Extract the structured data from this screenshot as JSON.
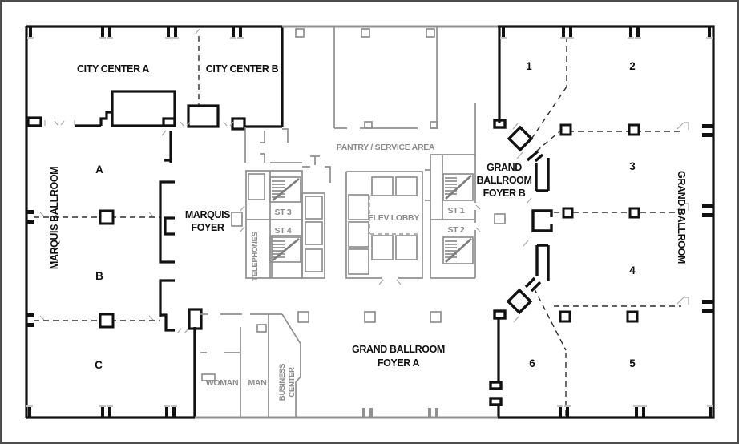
{
  "colors": {
    "wall_primary": "#111111",
    "wall_secondary": "#909090",
    "label_primary": "#111111",
    "label_secondary": "#8b8b8b",
    "partition_dash": "#2e2e2e",
    "background": "#ffffff"
  },
  "rooms": {
    "city_center_a": "CITY CENTER A",
    "city_center_b": "CITY CENTER B",
    "marquis_ballroom": "MARQUIS BALLROOM",
    "marquis_sections": [
      "A",
      "B",
      "C"
    ],
    "marquis_foyer": [
      "MARQUIS",
      "FOYER"
    ],
    "pantry": "PANTRY / SERVICE AREA",
    "elev_lobby": "ELEV LOBBY",
    "telephones": "TELEPHONES",
    "stairs": [
      "ST 1",
      "ST 2",
      "ST 3",
      "ST 4"
    ],
    "grand_ballroom": "GRAND BALLROOM",
    "grand_sections": [
      "1",
      "2",
      "3",
      "4",
      "5",
      "6"
    ],
    "grand_foyer_b": [
      "GRAND",
      "BALLROOM",
      "FOYER B"
    ],
    "grand_foyer_a": [
      "GRAND BALLROOM",
      "FOYER A"
    ],
    "woman": "WOMAN",
    "man": "MAN",
    "business_center": [
      "BUSINESS",
      "CENTER"
    ]
  }
}
